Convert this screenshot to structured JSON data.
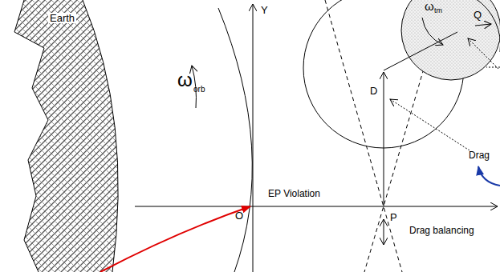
{
  "diagram": {
    "labels": [
      "Earth",
      "ω",
      "orb",
      "Y",
      "EP Violation",
      "O",
      "P",
      "D",
      "Q",
      "ω",
      "tm",
      "Drag",
      "Drag balancing"
    ]
  }
}
